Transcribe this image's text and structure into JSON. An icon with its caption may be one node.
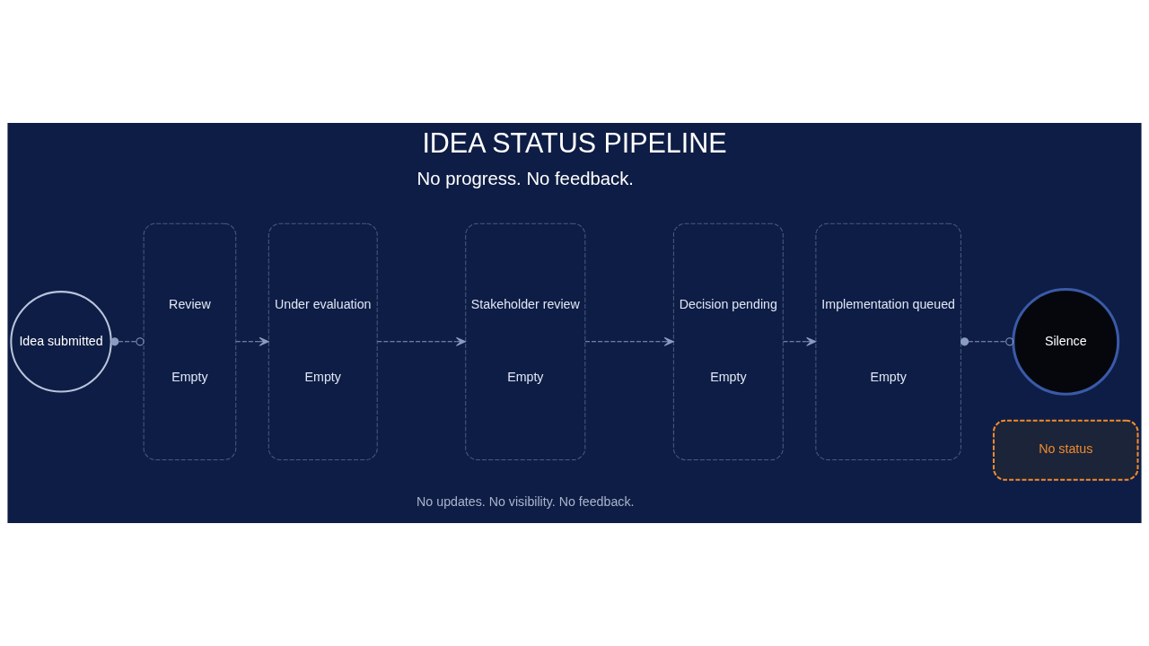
{
  "diagram": {
    "title": "IDEA STATUS PIPELINE",
    "nodes": [
      {
        "text": [
          "Idea submitted"
        ]
      },
      {
        "text": [
          "Review",
          "Empty"
        ]
      },
      {
        "text": [
          "Under evaluation",
          "Empty"
        ]
      },
      {
        "text": [
          "Stakeholder review",
          "Empty"
        ]
      },
      {
        "text": [
          "Decision pending",
          "Empty"
        ]
      },
      {
        "text": [
          "Implementation queued",
          "Empty"
        ]
      },
      {
        "text": [
          "Silence"
        ]
      },
      {
        "text": [
          "No status"
        ]
      }
    ],
    "edges": [
      {
        "from": 0,
        "to": 1,
        "arrow": "other",
        "style": "dashed"
      },
      {
        "from": 1,
        "to": 2,
        "arrow": "to",
        "style": "dashed"
      },
      {
        "from": 2,
        "to": 3,
        "arrow": "to",
        "style": "dashed"
      },
      {
        "from": 3,
        "to": 4,
        "arrow": "to",
        "style": "dashed"
      },
      {
        "from": 4,
        "to": 5,
        "arrow": "to",
        "style": "dashed"
      },
      {
        "from": 5,
        "to": 6,
        "arrow": "other",
        "style": "dashed"
      }
    ],
    "labels": [
      "No progress. No feedback.",
      "No updates. No visibility. No feedback."
    ]
  }
}
